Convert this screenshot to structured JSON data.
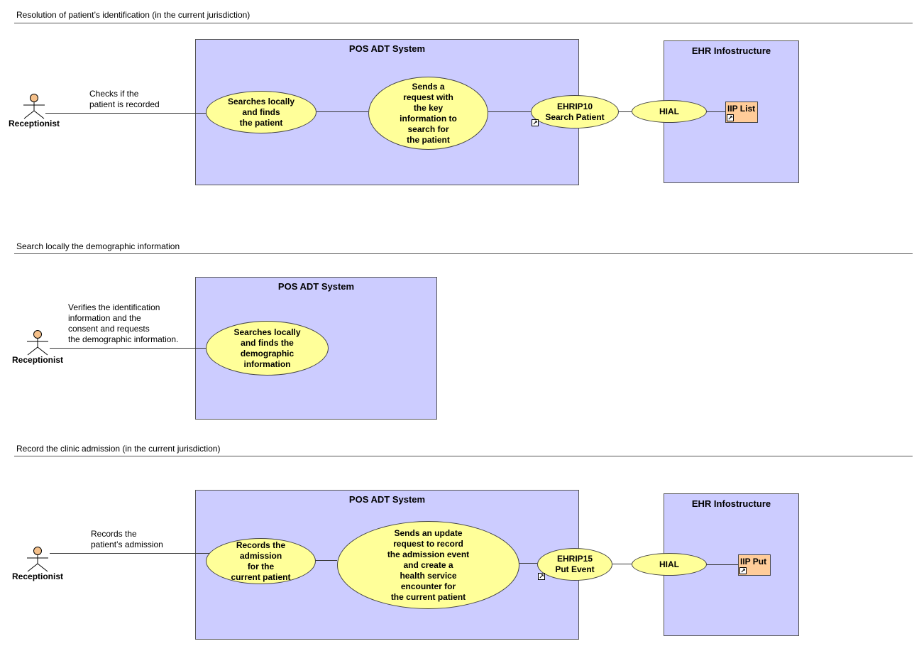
{
  "sections": [
    {
      "title": "Resolution of patient’s identification (in the current jurisdiction)",
      "actor": "Receptionist",
      "association_label": "Checks if the\npatient is recorded",
      "pos_box_title": "POS ADT System",
      "use_cases": [
        "Searches locally\nand finds\nthe patient",
        "Sends a\nrequest with\nthe key\ninformation to\nsearch for\nthe patient",
        "EHRIP10\nSearch Patient"
      ],
      "ehr_box_title": "EHR Infostructure",
      "hial": "HIAL",
      "component": "IIP List"
    },
    {
      "title": "Search locally the demographic information",
      "actor": "Receptionist",
      "association_label": "Verifies the identification\ninformation and the\nconsent and requests\nthe demographic information.",
      "pos_box_title": "POS ADT System",
      "use_cases": [
        "Searches locally\nand finds the\ndemographic\ninformation"
      ]
    },
    {
      "title": "Record the clinic admission (in the current jurisdiction)",
      "actor": "Receptionist",
      "association_label": "Records the\npatient’s admission",
      "pos_box_title": "POS ADT System",
      "use_cases": [
        "Records the\nadmission\nfor the\ncurrent patient",
        "Sends an update\nrequest to record\nthe admission event\nand create a\nhealth service\nencounter for\nthe current patient",
        "EHRIP15\nPut Event"
      ],
      "ehr_box_title": "EHR Infostructure",
      "hial": "HIAL",
      "component": "IIP Put"
    }
  ],
  "colors": {
    "system_box": "#ccccff",
    "use_case": "#ffff99",
    "component": "#ffcc99",
    "actor_head": "#f5c08a"
  },
  "icons": [
    "actor-stick-figure-icon",
    "shortcut-arrow-icon"
  ]
}
